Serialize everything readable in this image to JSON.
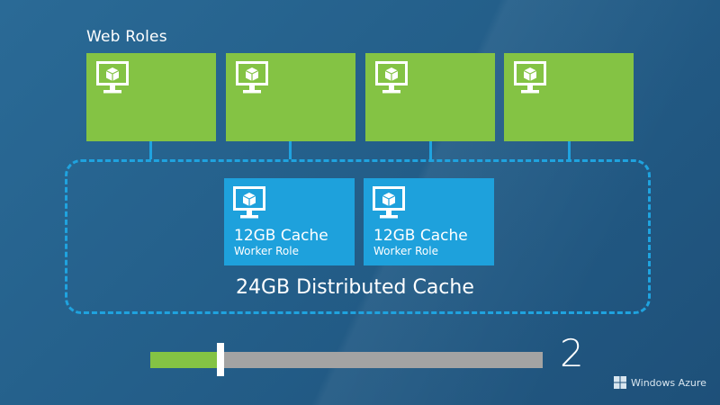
{
  "title": "Web Roles",
  "web_roles": [
    {
      "icon": "vm-monitor-icon"
    },
    {
      "icon": "vm-monitor-icon"
    },
    {
      "icon": "vm-monitor-icon"
    },
    {
      "icon": "vm-monitor-icon"
    }
  ],
  "workers": [
    {
      "cache": "12GB Cache",
      "role": "Worker Role",
      "icon": "vm-monitor-icon"
    },
    {
      "cache": "12GB Cache",
      "role": "Worker Role",
      "icon": "vm-monitor-icon"
    }
  ],
  "distributed_cache_label": "24GB Distributed Cache",
  "instance_slider": {
    "value_fraction": 0.18
  },
  "instance_count": "2",
  "brand": {
    "name": "Windows Azure",
    "icon": "windows-logo-icon"
  },
  "colors": {
    "background": "#245f8a",
    "web_role": "#84c344",
    "worker_role": "#1ea1dc",
    "connector": "#1fa3df",
    "slider_track": "#a3a3a3",
    "slider_fill": "#84c344"
  }
}
